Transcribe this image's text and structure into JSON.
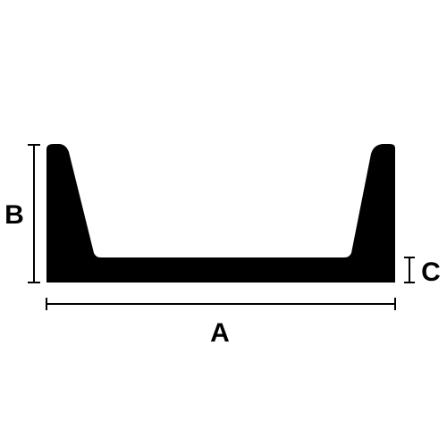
{
  "diagram": {
    "labels": {
      "width": "A",
      "height": "B",
      "thickness": "C"
    }
  },
  "colors": {
    "profile_fill": "#000000",
    "dimension_line": "#000000",
    "background": "#ffffff"
  }
}
